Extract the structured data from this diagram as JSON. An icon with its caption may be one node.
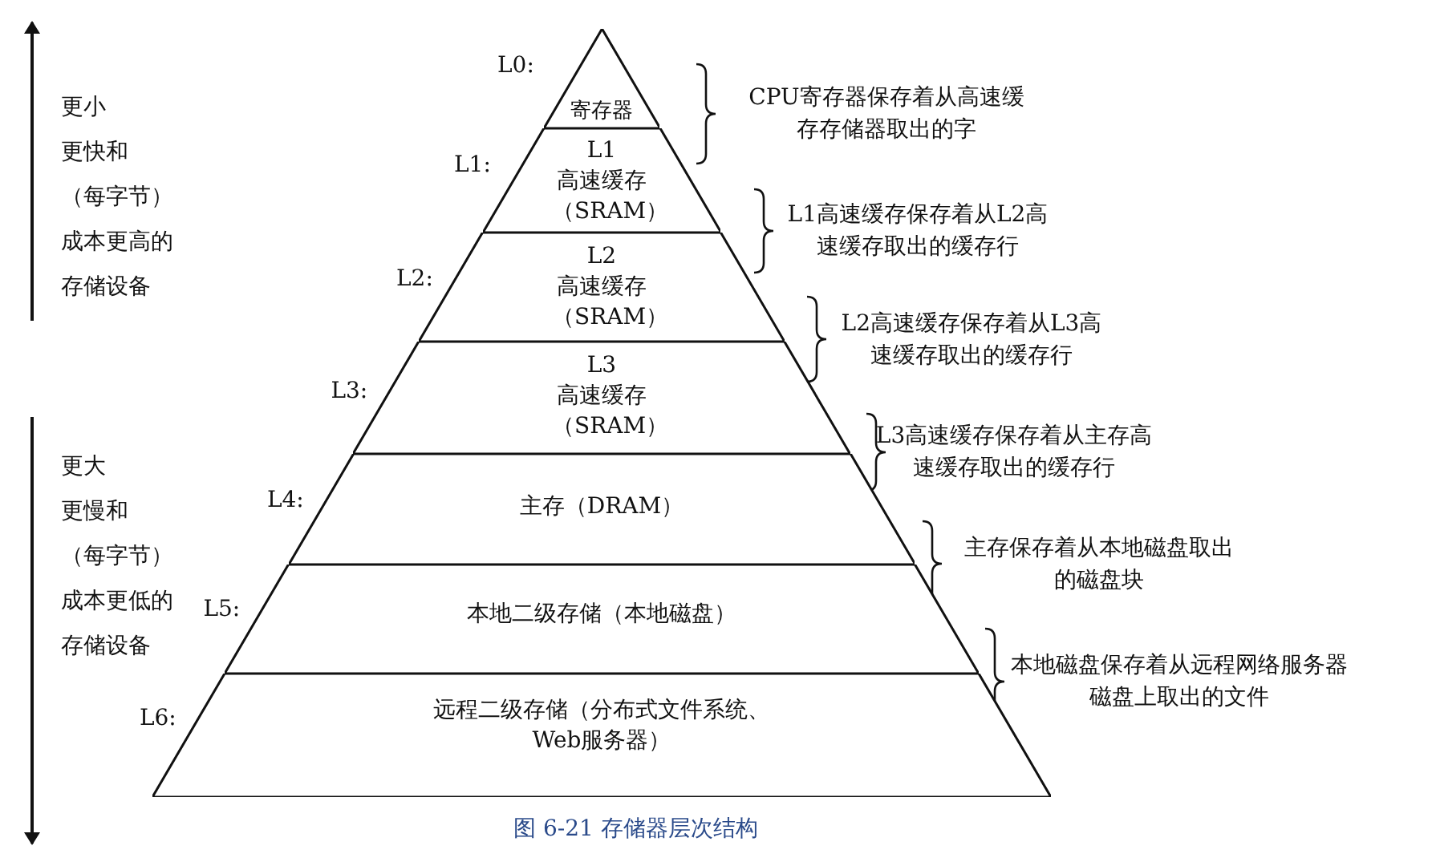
{
  "diagram": {
    "caption": "图 6-21 存储器层次结构",
    "nodes": [
      {
        "text": [
          "寄存器"
        ],
        "beside": [
          "L0:"
        ]
      },
      {
        "text": [
          "L1 高速缓存（SRAM）"
        ],
        "beside": [
          "L1:"
        ]
      },
      {
        "text": [
          "L2 高速缓存（SRAM）"
        ],
        "beside": [
          "L2:"
        ]
      },
      {
        "text": [
          "L3 高速缓存（SRAM）"
        ],
        "beside": [
          "L3:"
        ]
      },
      {
        "text": [
          "主存（DRAM）"
        ],
        "beside": [
          "L4:"
        ]
      },
      {
        "text": [
          "本地二级存储（本地磁盘）"
        ],
        "beside": [
          "L5:"
        ]
      },
      {
        "text": [
          "远程二级存储（分布式文件系统、Web服务器）"
        ],
        "beside": [
          "L6:"
        ]
      }
    ],
    "edges": [],
    "labels": [
      "更小",
      "更快和",
      "（每字节）",
      "成本更高的",
      "存储设备",
      "CPU寄存器保存着从高速缓存存储器取出的字",
      "L1高速缓存保存着从L2高速缓存取出的缓存行",
      "L2高速缓存保存着从L3高速缓存取出的缓存行",
      "L3高速缓存保存着从主存高速缓存取出的缓存行",
      "主存保存着从本地磁盘取出的磁盘块",
      "本地磁盘保存着从远程网络服务器磁盘上取出的文件",
      "更大",
      "更慢和",
      "（每字节）",
      "成本更低的",
      "存储设备"
    ]
  }
}
